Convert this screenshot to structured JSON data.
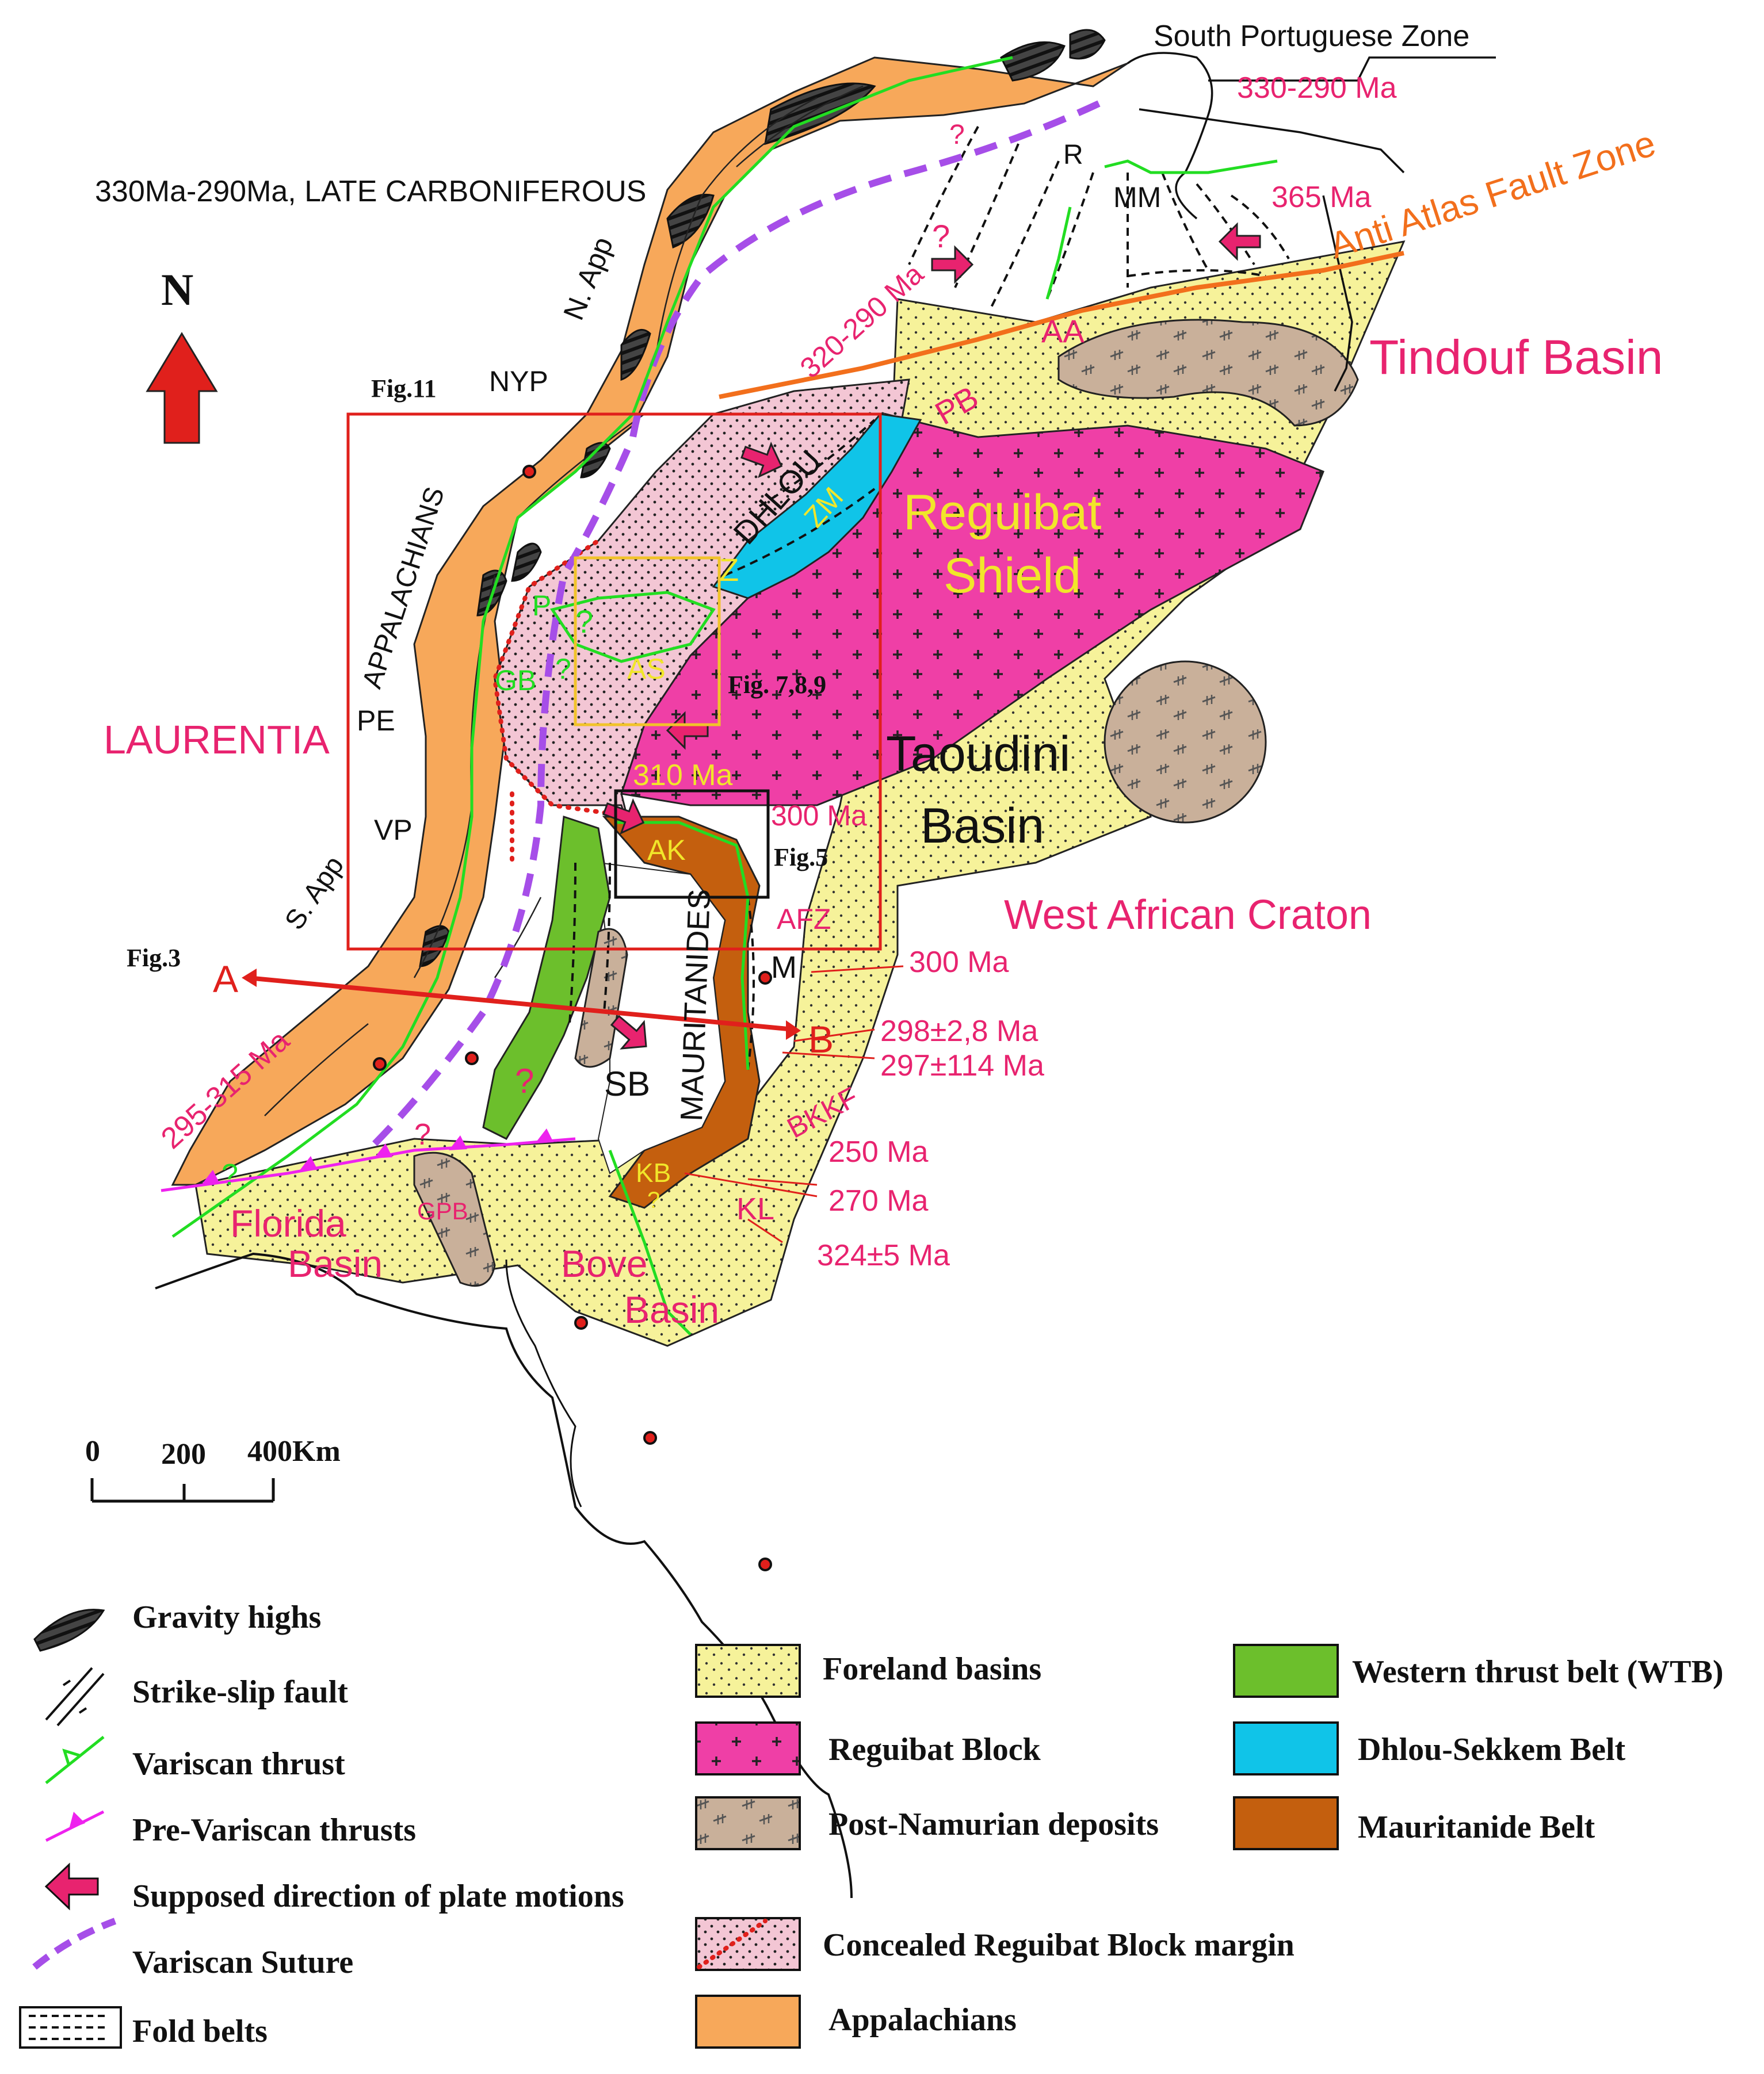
{
  "title": "330Ma-290Ma, LATE CARBONIFEROUS",
  "north": "N",
  "colors": {
    "foreland": "#f6f29a",
    "reguibat": "#ef3fa6",
    "post_namurian": "#c9b09a",
    "wtb": "#6cbf2c",
    "dhlou": "#10c4e8",
    "mauritanide": "#c45f0e",
    "concealed": "#f3c6d4",
    "appalachians": "#f7a85a",
    "red_label": "#e8236f",
    "yellow_label": "#f1e62a",
    "thrust": "#22dd22",
    "suture": "#a64ee8",
    "aafz": "#f26f1c"
  },
  "regions": {
    "south_portuguese": "South Portuguese Zone",
    "laurentia": "LAURENTIA",
    "tindouf": "Tindouf Basin",
    "reguibat_1": "Reguibat",
    "reguibat_2": "Shield",
    "taoudini_1": "Taoudini",
    "taoudini_2": "Basin",
    "wac": "West African Craton",
    "florida_1": "Florida",
    "florida_2": "Basin",
    "bove_1": "Bove",
    "bove_2": "Basin",
    "aafz": "Anti Atlas Fault Zone",
    "appalachians": "APPALACHIANS",
    "mauritanides": "MAURITANIDES",
    "dhlou": "DHLOU"
  },
  "labels": {
    "n_app": "N. App",
    "s_app": "S. App",
    "nyp": "NYP",
    "pe": "PE",
    "vp": "VP",
    "r": "R",
    "mm": "MM",
    "aa": "AA",
    "pb": "PB",
    "zm": "ZM",
    "z": "Z",
    "p": "P",
    "gb": "GB",
    "as": "AS",
    "ak": "AK",
    "afz": "AFZ",
    "m": "M",
    "sb": "SB",
    "bkkf": "BKKF",
    "kb": "KB",
    "kl": "KL",
    "gpb": "GPB",
    "a": "A",
    "b": "B",
    "q": "?"
  },
  "ages": {
    "a330": "330-290 Ma",
    "a365": "365 Ma",
    "a320": "320-290 Ma",
    "a310": "310 Ma",
    "a300a": "300 Ma",
    "a300b": "300 Ma",
    "a298": "298±2,8 Ma",
    "a297": "297±114 Ma",
    "a250": "250 Ma",
    "a270": "270 Ma",
    "a324": "324±5 Ma",
    "a295": "295-315 Ma"
  },
  "figs": {
    "fig11": "Fig.11",
    "fig789": "Fig. 7,8,9",
    "fig5": "Fig.5",
    "fig3": "Fig.3"
  },
  "scale": {
    "t0": "0",
    "t200": "200",
    "t400": "400Km"
  },
  "legend": {
    "col1": [
      "Gravity  highs",
      "Strike-slip fault",
      "Variscan thrust",
      "Pre-Variscan thrusts",
      "Supposed direction of plate motions",
      "Variscan Suture",
      "Fold belts"
    ],
    "col2": [
      "Foreland basins",
      "Reguibat Block",
      "Post-Namurian deposits",
      "Concealed Reguibat Block margin",
      "Appalachians"
    ],
    "col3": [
      "Western thrust belt (WTB)",
      "Dhlou-Sekkem Belt",
      "Mauritanide Belt"
    ]
  }
}
